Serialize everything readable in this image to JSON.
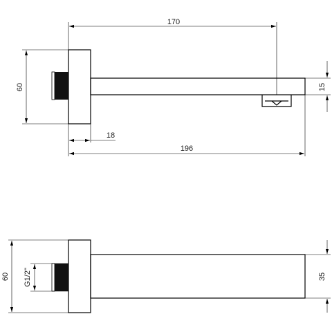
{
  "dimensions": {
    "spout_projection": "170",
    "total_length": "196",
    "plate_depth": "18",
    "plate_height_top": "60",
    "plate_height_bottom": "60",
    "spout_height": "15",
    "spout_width": "35",
    "thread": "G1/2\""
  }
}
